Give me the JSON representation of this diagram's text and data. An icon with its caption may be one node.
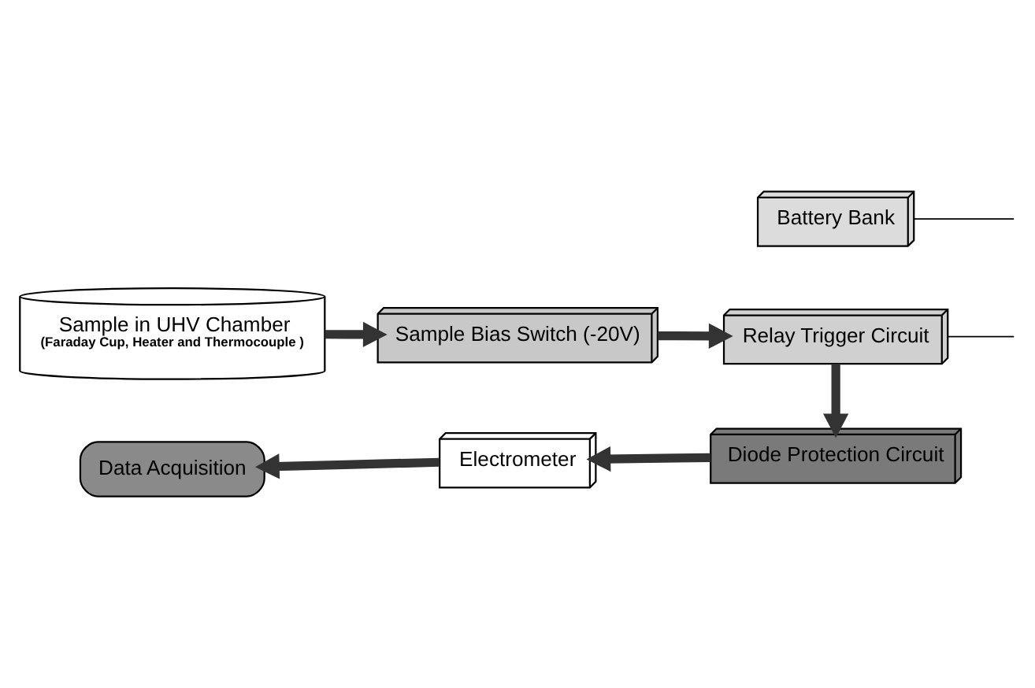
{
  "diagram": {
    "nodes": [
      {
        "text": [
          "Battery Bank"
        ]
      },
      {
        "text": [
          "Sample in UHV Chamber",
          "(Faraday Cup, Heater and Thermocouple )"
        ]
      },
      {
        "text": [
          "Sample Bias Switch (-20V)"
        ]
      },
      {
        "text": [
          "Relay Trigger Circuit"
        ]
      },
      {
        "text": [
          "Diode Protection Circuit"
        ]
      },
      {
        "text": [
          "Electrometer"
        ]
      },
      {
        "text": [
          "Data Acquisition"
        ]
      }
    ],
    "edges": [
      {
        "from": 1,
        "to": 2,
        "arrow": "to"
      },
      {
        "from": 2,
        "to": 3,
        "arrow": "to"
      },
      {
        "from": 3,
        "to": 4,
        "arrow": "to"
      },
      {
        "from": 4,
        "to": 5,
        "arrow": "to"
      },
      {
        "from": 5,
        "to": 6,
        "arrow": "to"
      },
      {
        "from": 0,
        "to": null,
        "arrow": "none"
      },
      {
        "from": 3,
        "to": null,
        "arrow": "none"
      }
    ]
  }
}
